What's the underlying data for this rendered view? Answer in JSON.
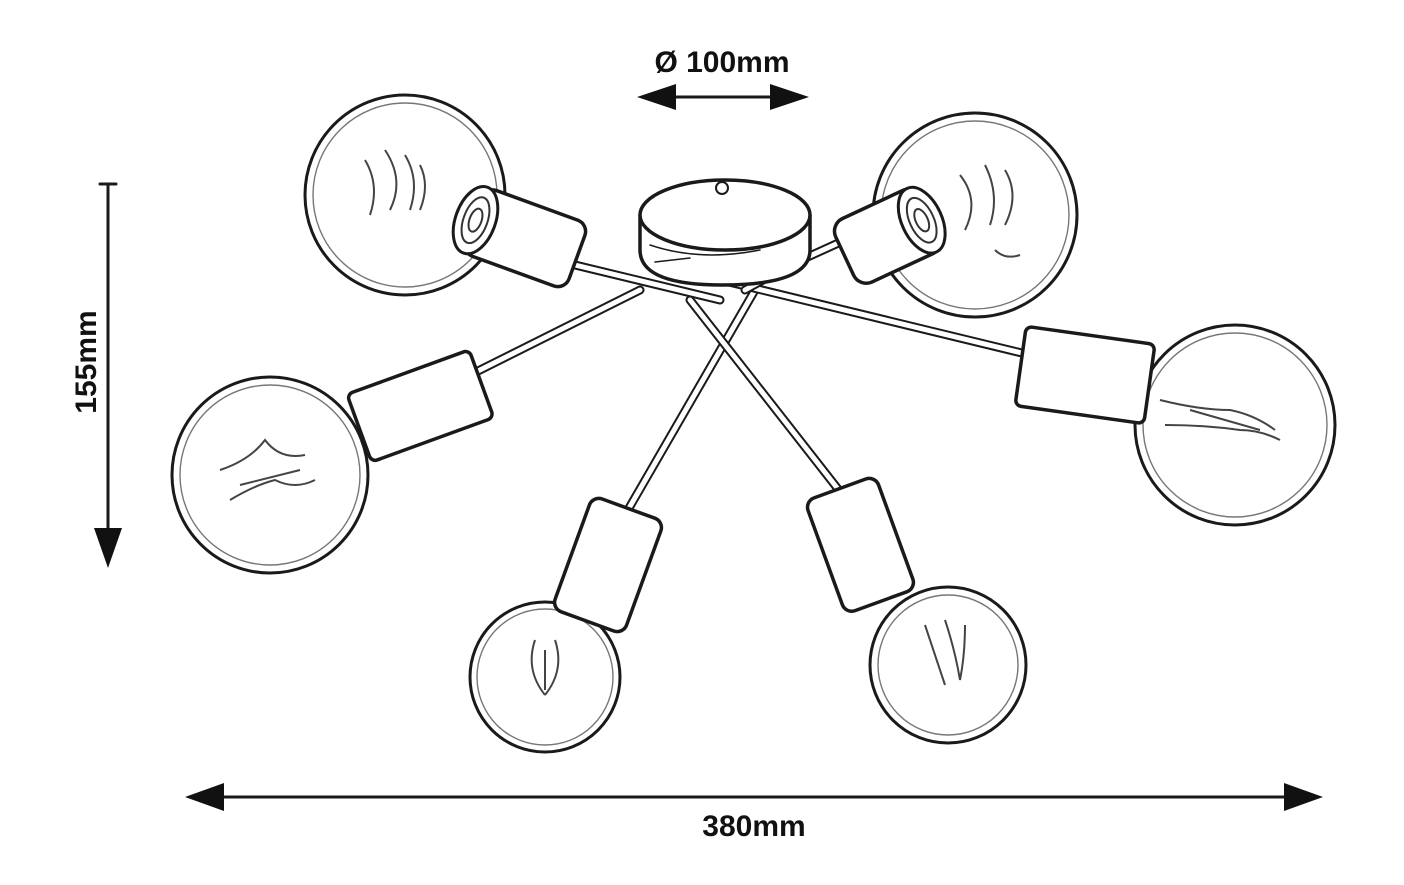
{
  "dimensions": {
    "diameter_label": "Ø 100mm",
    "height_label": "155mm",
    "width_label": "380mm"
  },
  "colors": {
    "ink": "#1a1a1a",
    "background": "#ffffff"
  }
}
